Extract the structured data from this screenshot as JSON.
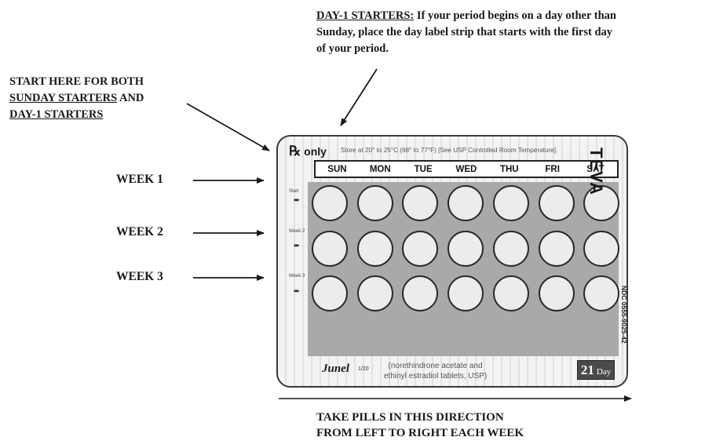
{
  "day1_note": {
    "heading": "DAY-1 STARTERS:",
    "text_line1": " If your period begins on a day other than",
    "text_line2": "Sunday, place the day label strip that starts with the first day",
    "text_line3": "of your period."
  },
  "start_note": {
    "line1": "START HERE FOR BOTH",
    "line2_underlined": "SUNDAY STARTERS",
    "line2_rest": " AND",
    "line3_underlined": "DAY-1 STARTERS"
  },
  "weeks": [
    "WEEK 1",
    "WEEK 2",
    "WEEK 3"
  ],
  "pack": {
    "rx_symbol": "℞",
    "rx_label": " only",
    "storage": "Store at 20° to 25°C (68° to 77°F) [See USP Controlled Room Temperature].",
    "days": [
      "SUN",
      "MON",
      "TUE",
      "WED",
      "THU",
      "FRI",
      "SAT"
    ],
    "row_marks": [
      "Start",
      "Week 2",
      "Week 3"
    ],
    "manufacturer_logo": "TEVA",
    "ndc": "NDC 0555-9025-42",
    "brand_name": "Junel",
    "brand_dose": "1/20",
    "generic_line1": "(norethindrone acetate and",
    "generic_line2": "ethinyl estradiol tablets, USP)",
    "day_count": "21",
    "day_count_label": "Day"
  },
  "direction_note": {
    "line1": "TAKE PILLS IN THIS DIRECTION",
    "line2": "FROM LEFT TO RIGHT EACH WEEK"
  },
  "colors": {
    "ink": "#1a1a1a",
    "blister_background": "#a9a9a9",
    "pill_fill": "#ececec"
  }
}
